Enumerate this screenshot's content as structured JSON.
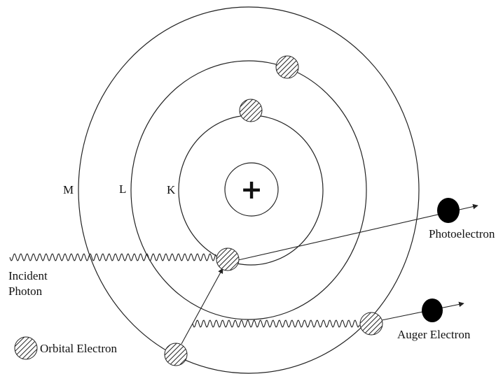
{
  "diagram": {
    "nucleus_symbol": "+",
    "shells": [
      {
        "label": "K"
      },
      {
        "label": "L"
      },
      {
        "label": "M"
      }
    ],
    "labels": {
      "incident_photon_line1": "Incident",
      "incident_photon_line2": "Photon",
      "photoelectron": "Photoelectron",
      "auger_electron": "Auger Electron",
      "legend_orbital_electron": "Orbital Electron"
    },
    "colors": {
      "line": "#222222",
      "ejected_electron": "#000000",
      "background": "#ffffff"
    }
  }
}
